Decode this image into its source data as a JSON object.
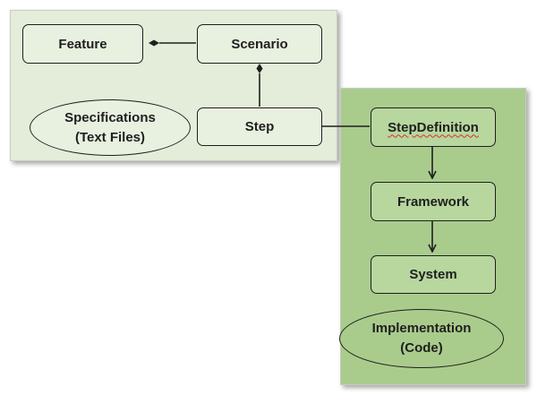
{
  "specification": {
    "boxes": {
      "feature": "Feature",
      "scenario": "Scenario",
      "step": "Step"
    },
    "oval": {
      "line1": "Specifications",
      "line2": "(Text Files)"
    }
  },
  "implementation": {
    "boxes": {
      "step_definition": "StepDefinition",
      "framework": "Framework",
      "system": "System"
    },
    "oval": {
      "line1": "Implementation",
      "line2": "(Code)"
    }
  }
}
